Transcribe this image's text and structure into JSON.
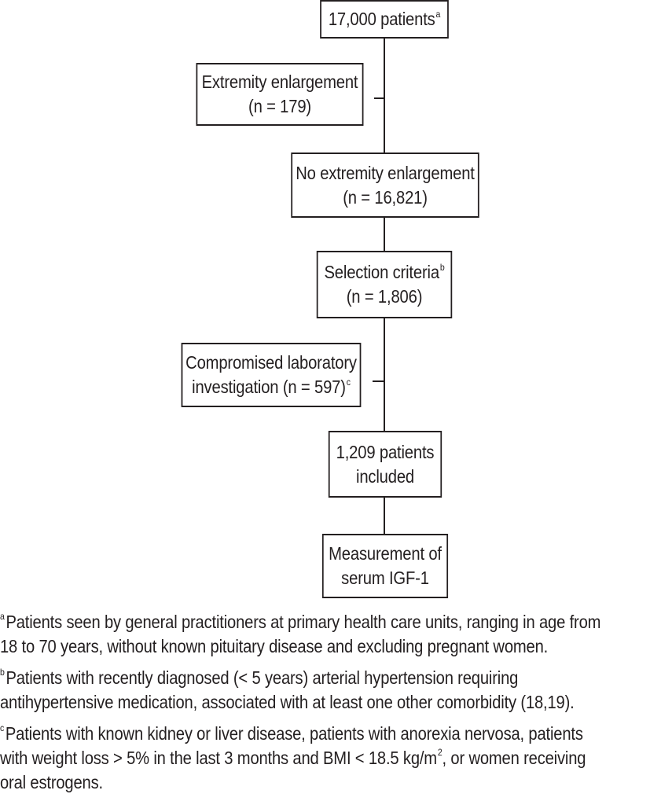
{
  "boxes": {
    "total": {
      "text": "17,000 patients",
      "mark": "a"
    },
    "enlargement": {
      "line1": "Extremity enlargement",
      "line2": "(n = 179)"
    },
    "no_enlargement": {
      "line1": "No extremity enlargement",
      "line2": "(n = 16,821)"
    },
    "selection": {
      "line1": "Selection criteria",
      "mark": "b",
      "line2": "(n = 1,806)"
    },
    "compromised": {
      "line1": "Compromised laboratory",
      "line2": "investigation (n = 597)",
      "mark": "c"
    },
    "included": {
      "line1": "1,209 patients",
      "line2": "included"
    },
    "measurement": {
      "line1": "Measurement of",
      "line2": "serum IGF-1"
    }
  },
  "footnotes": [
    {
      "mark": "a",
      "line1": "Patients seen by general practitioners at primary health care units, ranging in age from",
      "line2": "18 to 70 years, without known pituitary disease and excluding pregnant women."
    },
    {
      "mark": "b",
      "line1": "Patients with recently diagnosed (< 5 years) arterial hypertension requiring",
      "line2": "antihypertensive medication, associated with at least one other comorbidity (18,19)."
    },
    {
      "mark": "c",
      "line1": "Patients with known kidney or liver disease, patients with anorexia nervosa, patients",
      "line2a": "with weight loss > 5% in the last 3 months and BMI < 18.5 kg/m",
      "sq": "2",
      "line2b": ", or women receiving",
      "line3": "oral estrogens."
    }
  ]
}
